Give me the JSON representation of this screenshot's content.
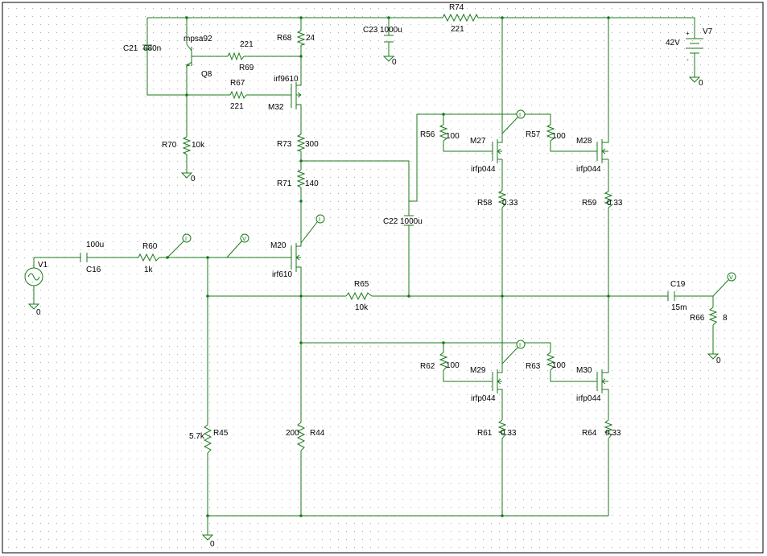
{
  "colors": {
    "wire": "#1a7a1a",
    "grid": "#b0b0b0",
    "text": "#000000",
    "background": "#ffffff"
  },
  "components": {
    "R74": {
      "ref": "R74",
      "value": "221"
    },
    "R68": {
      "ref": "R68",
      "value": "24"
    },
    "R69": {
      "ref": "R69",
      "value": "221"
    },
    "R67": {
      "ref": "R67",
      "value": "221"
    },
    "R70": {
      "ref": "R70",
      "value": "10k"
    },
    "R73": {
      "ref": "R73",
      "value": "300"
    },
    "R71": {
      "ref": "R71",
      "value": "140"
    },
    "R60": {
      "ref": "R60",
      "value": "1k"
    },
    "R65": {
      "ref": "R65",
      "value": "10k"
    },
    "R45": {
      "ref": "R45",
      "value": "5.7k"
    },
    "R44": {
      "ref": "R44",
      "value": "200"
    },
    "R56": {
      "ref": "R56",
      "value": "100"
    },
    "R57": {
      "ref": "R57",
      "value": "100"
    },
    "R58": {
      "ref": "R58",
      "value": "0.33"
    },
    "R59": {
      "ref": "R59",
      "value": "0.33"
    },
    "R62": {
      "ref": "R62",
      "value": "100"
    },
    "R63": {
      "ref": "R63",
      "value": "100"
    },
    "R61": {
      "ref": "R61",
      "value": "0.33"
    },
    "R64": {
      "ref": "R64",
      "value": "0.33"
    },
    "R66": {
      "ref": "R66",
      "value": "8"
    },
    "C21": {
      "ref": "C21",
      "value": "680n"
    },
    "C23": {
      "ref": "C23",
      "value": "1000u"
    },
    "C22": {
      "ref": "C22",
      "value": "1000u"
    },
    "C16": {
      "ref": "C16",
      "value": "100u"
    },
    "C19": {
      "ref": "C19",
      "value": "15m"
    },
    "Q8": {
      "ref": "Q8",
      "model": "mpsa92"
    },
    "M32": {
      "ref": "M32",
      "model": "irf9610"
    },
    "M20": {
      "ref": "M20",
      "model": "irf610"
    },
    "M27": {
      "ref": "M27",
      "model": "irfp044"
    },
    "M28": {
      "ref": "M28",
      "model": "irfp044"
    },
    "M29": {
      "ref": "M29",
      "model": "irfp044"
    },
    "M30": {
      "ref": "M30",
      "model": "irfp044"
    },
    "V1": {
      "ref": "V1"
    },
    "V7": {
      "ref": "V7",
      "value": "42V",
      "plus": "+",
      "minus": "-"
    }
  },
  "ground_label": "0",
  "probes": {
    "voltage": "V",
    "current": "I"
  }
}
